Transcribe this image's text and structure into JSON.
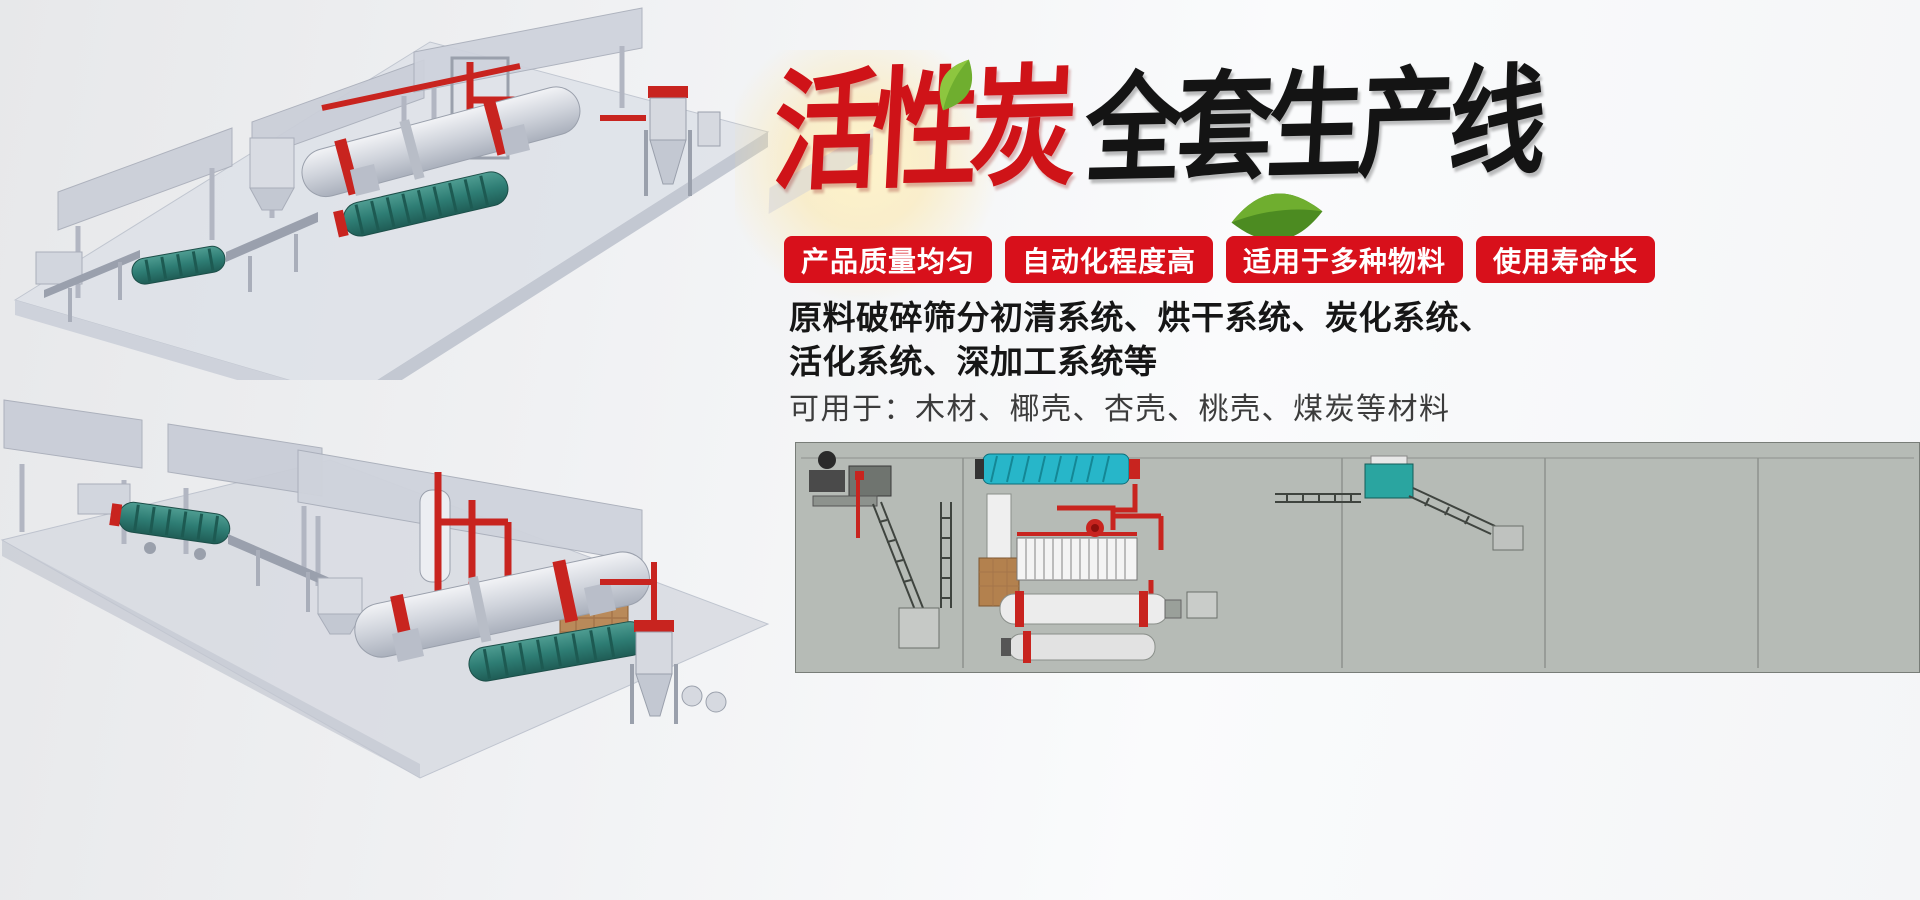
{
  "title": {
    "red": "活性炭",
    "black": "全套生产线"
  },
  "badges": [
    {
      "label": "产品质量均匀"
    },
    {
      "label": "自动化程度高"
    },
    {
      "label": "适用于多种物料"
    },
    {
      "label": "使用寿命长"
    }
  ],
  "description": {
    "line1": "原料破碎筛分初清系统、烘干系统、炭化系统、",
    "line2": "活化系统、深加工系统等",
    "applications": "可用于：木材、椰壳、杏壳、桃壳、煤炭等材料"
  },
  "icons": {
    "leaf": "leaf-icon",
    "flare": "light-flare",
    "renders": [
      "production-line-render-top",
      "production-line-render-bottom",
      "production-line-schematic"
    ]
  },
  "colors": {
    "badge_red": "#d8101b",
    "title_red": "#cf1318",
    "title_black": "#141414",
    "leaf_green_light": "#8dc63f",
    "leaf_green_dark": "#4c8b21",
    "pipe_red": "#c8241f",
    "machine_teal": "#2e7d74",
    "schematic_bg": "#b6bbb6"
  }
}
